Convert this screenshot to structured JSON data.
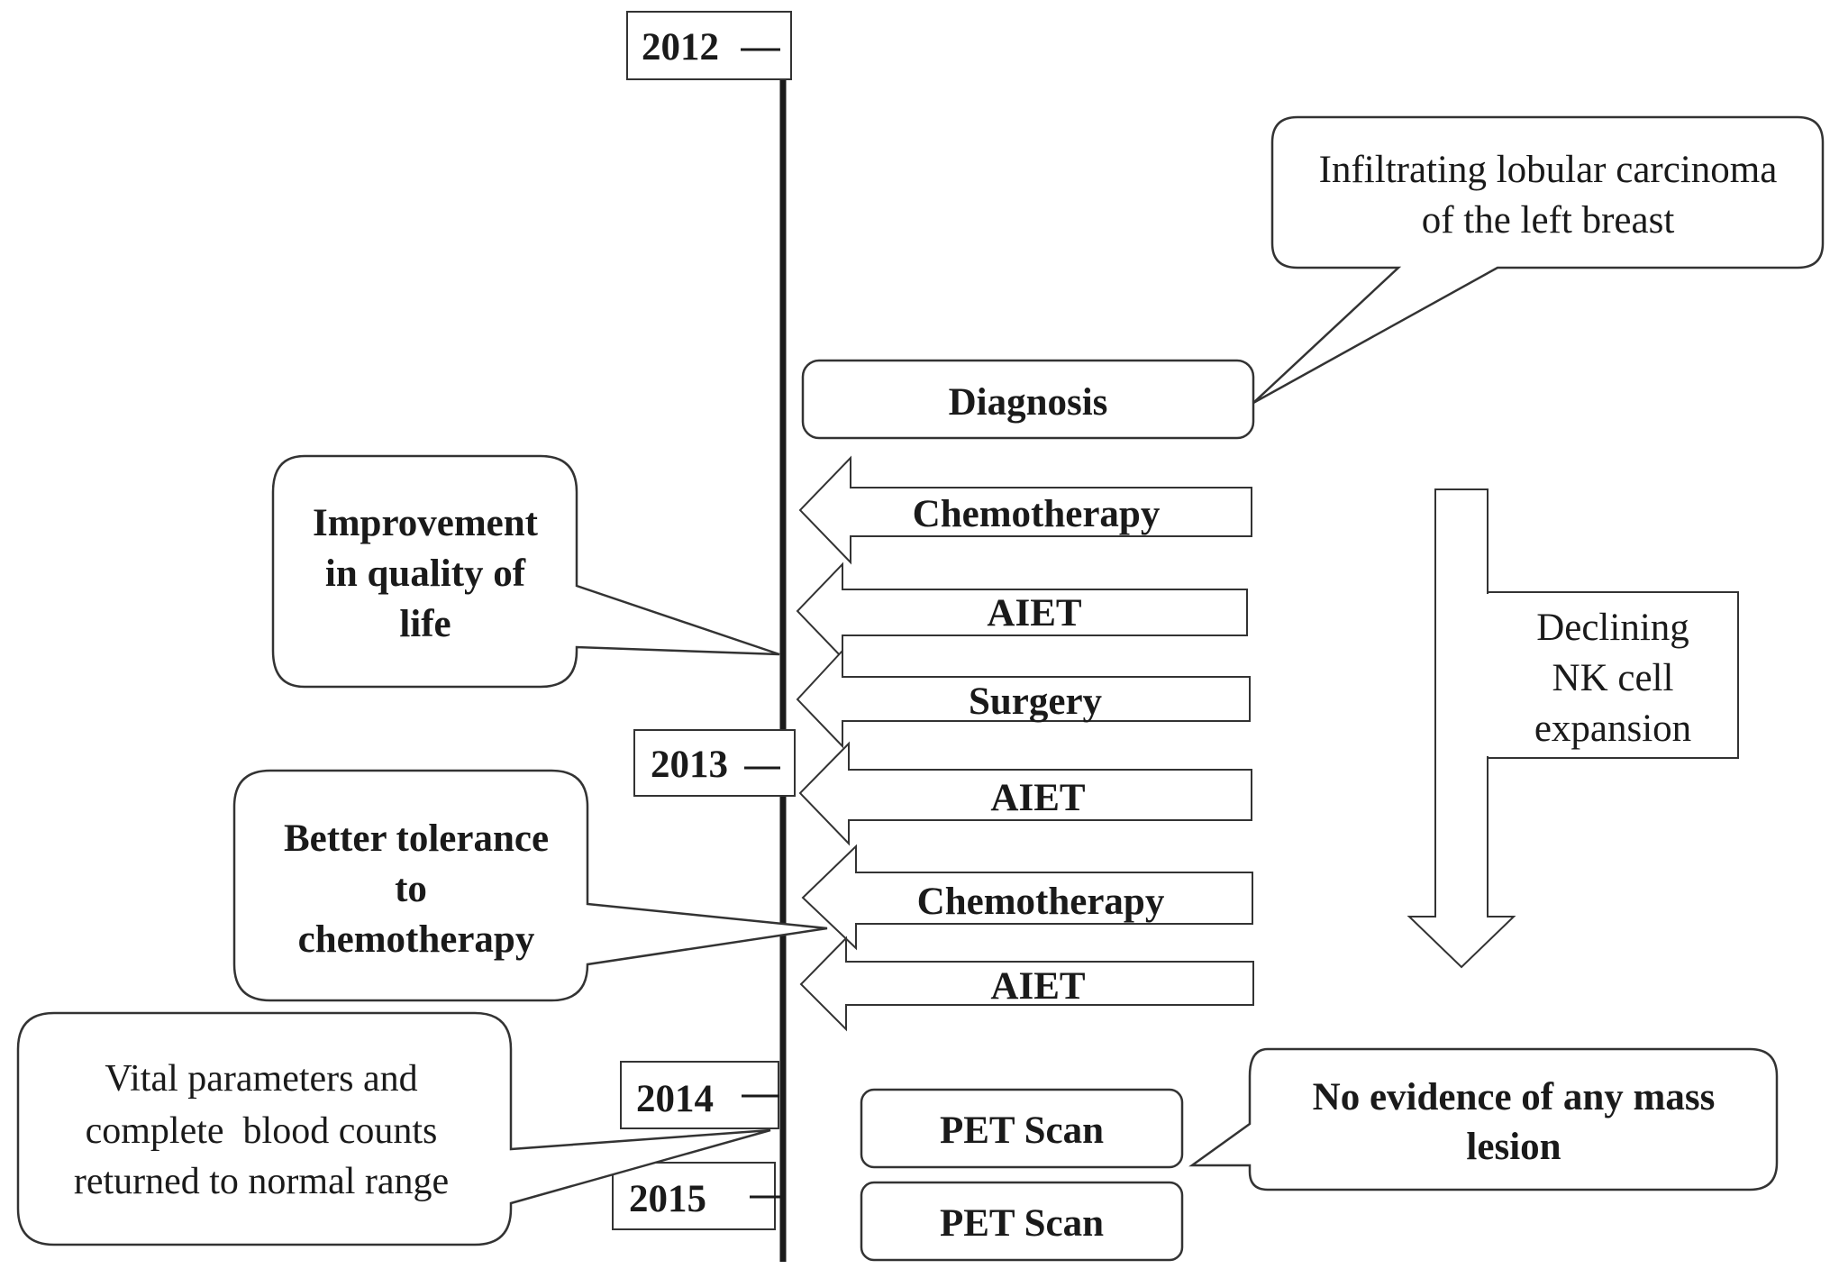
{
  "colors": {
    "ink": "#1a1a1a",
    "stroke": "#333333",
    "background": "#ffffff"
  },
  "years": [
    "2012",
    "2013",
    "2014",
    "2015"
  ],
  "diagnosis": {
    "label": "Diagnosis",
    "callout_line1": "Infiltrating lobular carcinoma",
    "callout_line2": "of the left breast"
  },
  "treatments": [
    "Chemotherapy",
    "AIET",
    "Surgery",
    "AIET",
    "Chemotherapy",
    "AIET"
  ],
  "trend": {
    "line1": "Declining",
    "line2": "NK cell",
    "line3": "expansion"
  },
  "outcomes": {
    "quality_line1": "Improvement",
    "quality_line2": "in quality of",
    "quality_line3": "life",
    "tolerance_line1": "Better tolerance",
    "tolerance_line2": "to",
    "tolerance_line3": "chemotherapy",
    "vitals_line1": "Vital parameters and",
    "vitals_line2": "complete  blood counts",
    "vitals_line3": "returned to normal range"
  },
  "pet_scans": [
    "PET Scan",
    "PET Scan"
  ],
  "pet_result": {
    "line1": "No evidence of any mass",
    "line2": "lesion"
  }
}
